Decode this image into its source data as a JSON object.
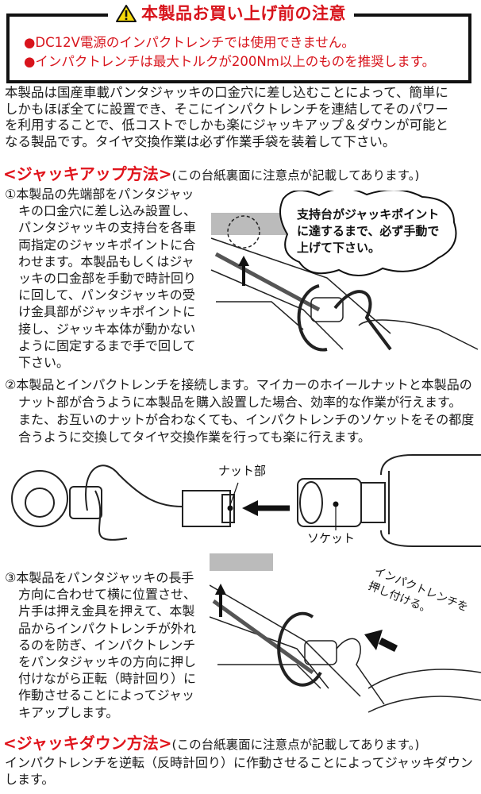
{
  "notice": {
    "title": "本製品お買い上げ前の注意",
    "icon": "warning-triangle-icon",
    "items": [
      "●DC12V電源のインパクトレンチでは使用できません。",
      "●インパクトレンチは最大トルクが200Nm以上のものを推奨します。"
    ]
  },
  "intro": [
    "本製品は国産車載パンタジャッキの口金穴に差し込むことによって、簡単に",
    "しかもほぼ全てに設置でき、そこにインパクトレンチを連結してそのパワー",
    "を利用することで、低コストでしかも楽にジャッキアップ＆ダウンが可能と",
    "なる製品です。タイヤ交換作業は必ず作業手袋を装着して下さい。"
  ],
  "jack_up": {
    "heading": "<ジャッキアップ方法>",
    "note": "(この台紙裏面に注意点が記載してあります。)",
    "step1": [
      "①本製品の先端部をパンタジャッ",
      "キの口金穴に差し込み設置し、",
      "パンタジャッキの支持台を各車",
      "両指定のジャッキポイントに合",
      "わせます。本製品もしくはジャ",
      "ッキの口金部を手動で時計回り",
      "に回して、パンタジャッキの受",
      "け金具部がジャッキポイントに",
      "接し、ジャッキ本体が動かない",
      "ように固定するまで手で回して",
      "下さい。"
    ],
    "step1_callout": [
      "支持台がジャッキポイント",
      "に達するまで、必ず手動で",
      "上げて下さい。"
    ],
    "step2": [
      "②本製品とインパクトレンチを接続します。マイカーのホイールナットと本製品の",
      "ナット部が合うように本製品を購入設置した場合、効率的な作業が行えます。",
      "また、お互いのナットが合わなくても、インパクトレンチのソケットをその都度",
      "合うように交換してタイヤ交換作業を行っても楽に行えます。"
    ],
    "step2_labels": {
      "nut": "ナット部",
      "socket": "ソケット"
    },
    "step3": [
      "③本製品をパンタジャッキの長手",
      "方向に合わせて横に位置させ、",
      "片手は押え金具を押えて、本製",
      "品からインパクトレンチが外れ",
      "るのを防ぎ、インパクトレンチ",
      "をパンタジャッキの方向に押し",
      "付けながら正転（時計回り）に",
      "作動させることによってジャッ",
      "キアップします。"
    ],
    "step3_callout": [
      "インパクトレンチを",
      "押し付ける。"
    ]
  },
  "jack_down": {
    "heading": "<ジャッキダウン方法>",
    "note": "(この台紙裏面に注意点が記載してあります。)",
    "body": [
      "インパクトレンチを逆転（反時計回り）に作動させることによってジャッキダウン",
      "します。"
    ]
  },
  "colors": {
    "accent_red": "#d8141c",
    "text": "#1a1a1a"
  }
}
